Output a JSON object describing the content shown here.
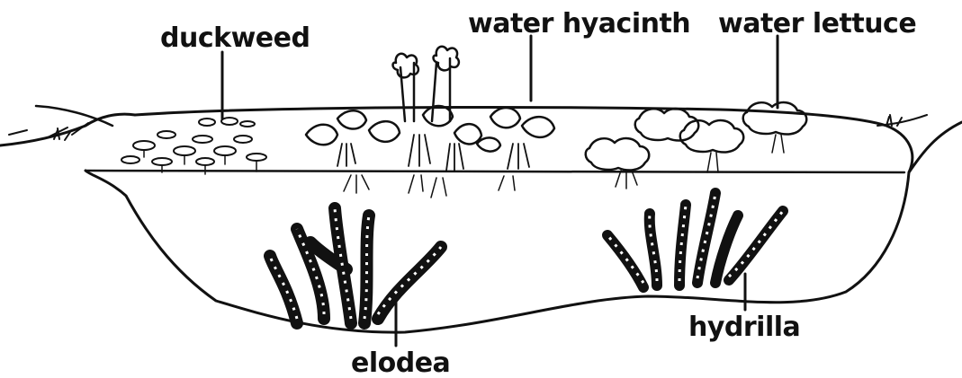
{
  "diagram": {
    "labels": {
      "duckweed": "duckweed",
      "water_hyacinth": "water hyacinth",
      "water_lettuce": "water lettuce",
      "elodea": "elodea",
      "hydrilla": "hydrilla"
    },
    "colors": {
      "ink": "#111111",
      "background": "#ffffff"
    }
  }
}
